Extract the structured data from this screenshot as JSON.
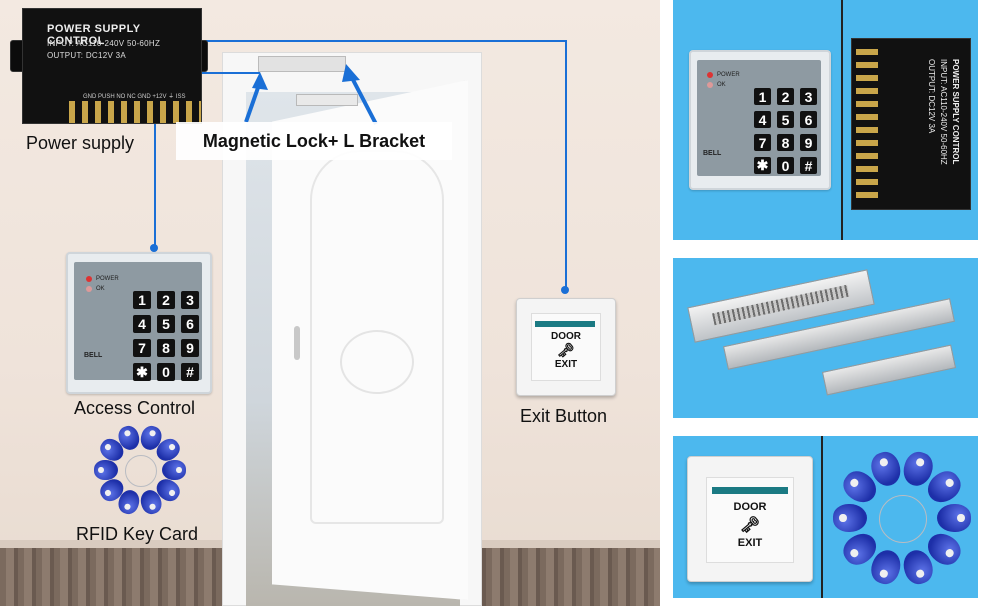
{
  "labels": {
    "power_supply": "Power supply",
    "magnetic_lock": "Magnetic Lock+ L Bracket",
    "access_control": "Access Control",
    "exit_button": "Exit Button",
    "rfid_card": "RFID Key Card"
  },
  "power_supply_unit": {
    "title": "POWER SUPPLY CONTROL",
    "input": "INPUT: AC110-240V  50-60HZ",
    "output": "OUTPUT: DC12V 3A",
    "terminals": "GND PUSH NO  NC  GND +12V  ⏚  ISS"
  },
  "keypad": {
    "keys": [
      "1",
      "2",
      "3",
      "4",
      "5",
      "6",
      "7",
      "8",
      "9",
      "✱",
      "0",
      "#"
    ],
    "bell": "BELL",
    "power": "POWER",
    "ok": "OK"
  },
  "exit_plate": {
    "door": "DOOR",
    "exit": "EXIT"
  },
  "colors": {
    "wire": "#1a6fd6",
    "panel_bg": "#4cb8ee",
    "exit_bar": "#1b7a83"
  }
}
